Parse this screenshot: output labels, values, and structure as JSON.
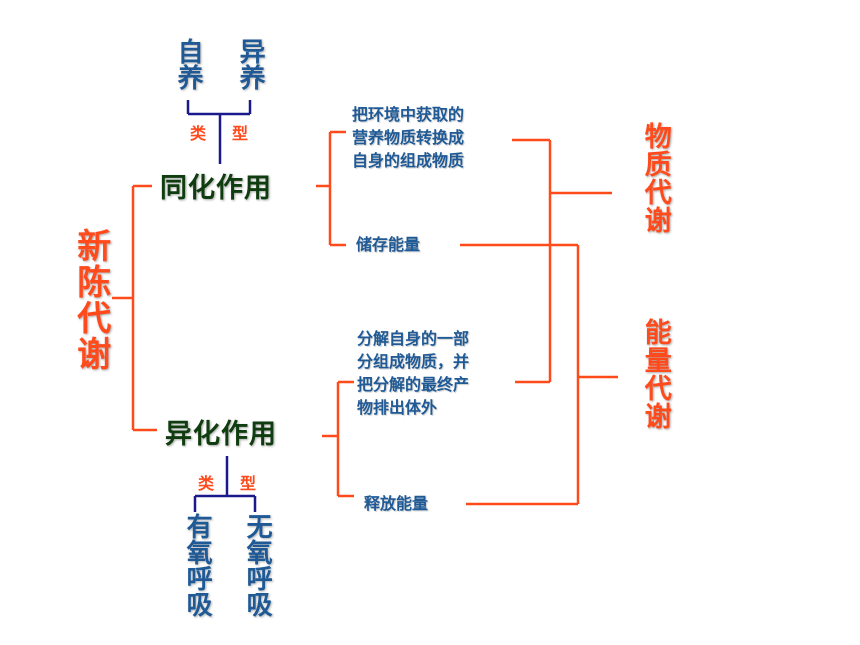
{
  "metabolism": "新陈代谢",
  "anabolism": {
    "label": "同化作用",
    "type_left": "类",
    "type_right": "型",
    "types": [
      "自养",
      "异养"
    ],
    "desc1": [
      "把环境中获取的",
      "营养物质转换成",
      "自身的组成物质"
    ],
    "desc2": "储存能量"
  },
  "catabolism": {
    "label": "异化作用",
    "type_left": "类",
    "type_right": "型",
    "types": [
      "有氧呼吸",
      "无氧呼吸"
    ],
    "desc1": [
      "分解自身的一部",
      "分组成物质，并",
      "把分解的最终产",
      "物排出体外"
    ],
    "desc2": "释放能量"
  },
  "material_metabolism": "物质代谢",
  "energy_metabolism": "能量代谢",
  "colors": {
    "red": "#ff4a1c",
    "blue": "#1f5a96",
    "green": "#0f3d0f",
    "line_blue": "#1a1a8c"
  }
}
